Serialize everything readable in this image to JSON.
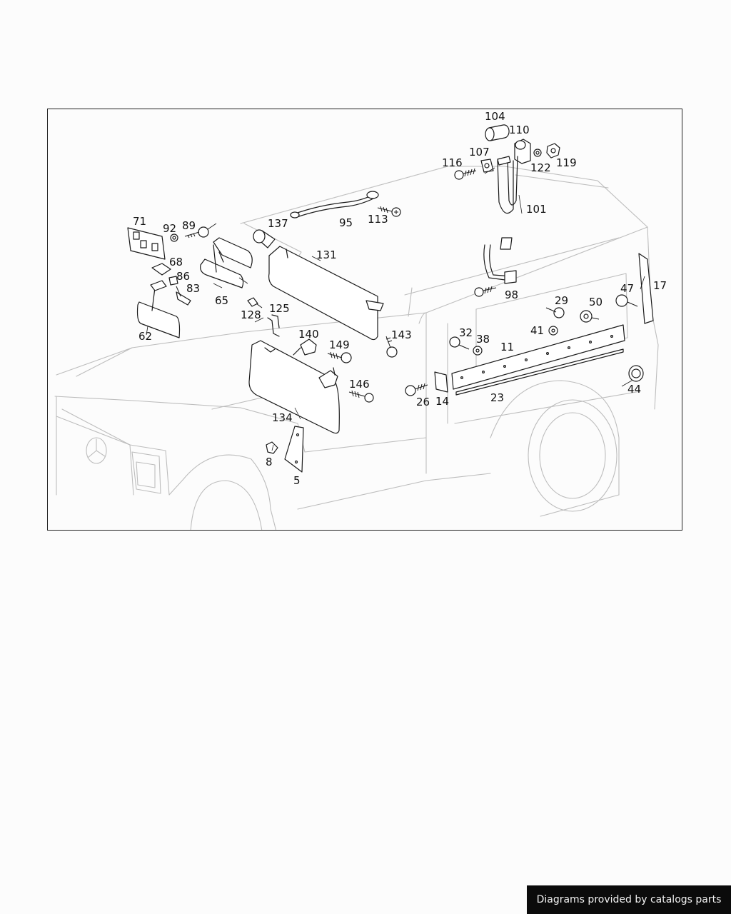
{
  "diagram": {
    "callouts": [
      "104",
      "110",
      "107",
      "116",
      "122",
      "119",
      "101",
      "137",
      "95",
      "113",
      "71",
      "92",
      "89",
      "131",
      "68",
      "86",
      "83",
      "65",
      "98",
      "17",
      "47",
      "29",
      "50",
      "128",
      "125",
      "62",
      "140",
      "149",
      "143",
      "41",
      "32",
      "38",
      "11",
      "146",
      "26",
      "14",
      "23",
      "44",
      "134",
      "8",
      "5"
    ]
  },
  "attribution": {
    "text": "Diagrams provided by catalogs parts"
  }
}
